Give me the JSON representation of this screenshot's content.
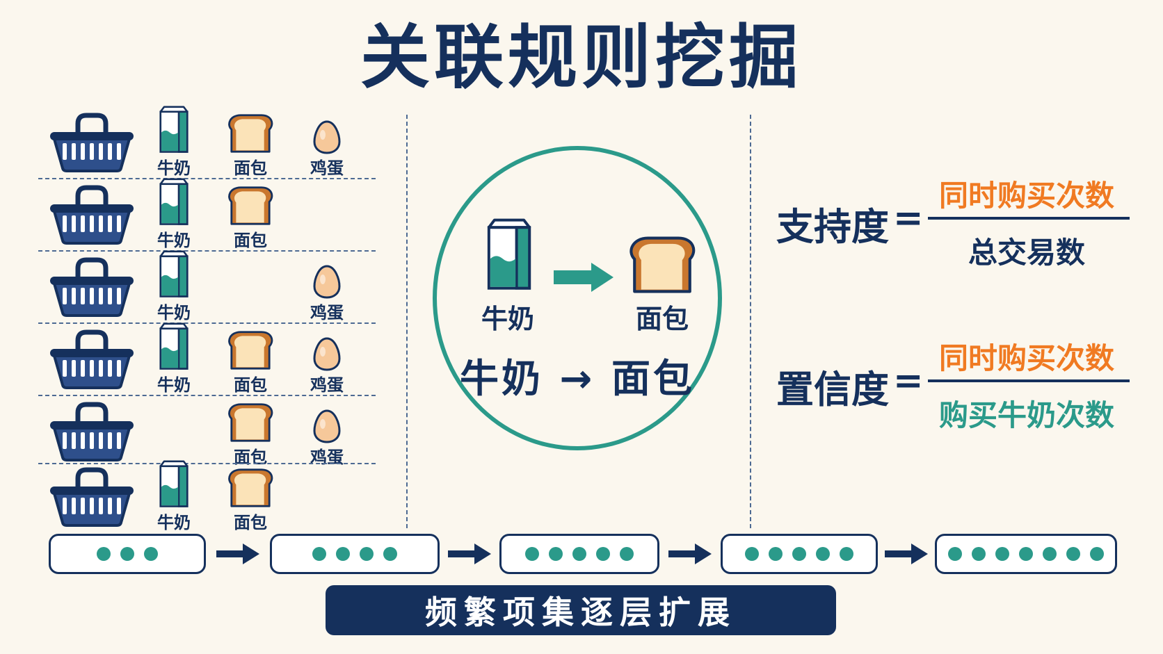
{
  "title": "关联规则挖掘",
  "items": {
    "milk": "牛奶",
    "bread": "面包",
    "egg": "鸡蛋"
  },
  "transactions": [
    [
      "milk",
      "bread",
      "egg"
    ],
    [
      "milk",
      "bread"
    ],
    [
      "milk",
      "egg"
    ],
    [
      "milk",
      "bread",
      "egg"
    ],
    [
      "bread",
      "egg"
    ],
    [
      "milk",
      "bread"
    ]
  ],
  "rule": {
    "antecedent": "牛奶",
    "consequent": "面包",
    "text": "牛奶 → 面包"
  },
  "formulas": {
    "support": {
      "name": "支持度",
      "eq": "=",
      "numerator": "同时购买次数",
      "denominator": "总交易数"
    },
    "confidence": {
      "name": "置信度",
      "eq": "=",
      "numerator": "同时购买次数",
      "denominator": "购买牛奶次数"
    }
  },
  "itemset_steps": [
    3,
    4,
    5,
    5,
    7
  ],
  "banner": "频繁项集逐层扩展",
  "colors": {
    "navy": "#15305C",
    "teal": "#2B9A8A",
    "orange": "#F07A22",
    "background": "#FBF7EE"
  }
}
